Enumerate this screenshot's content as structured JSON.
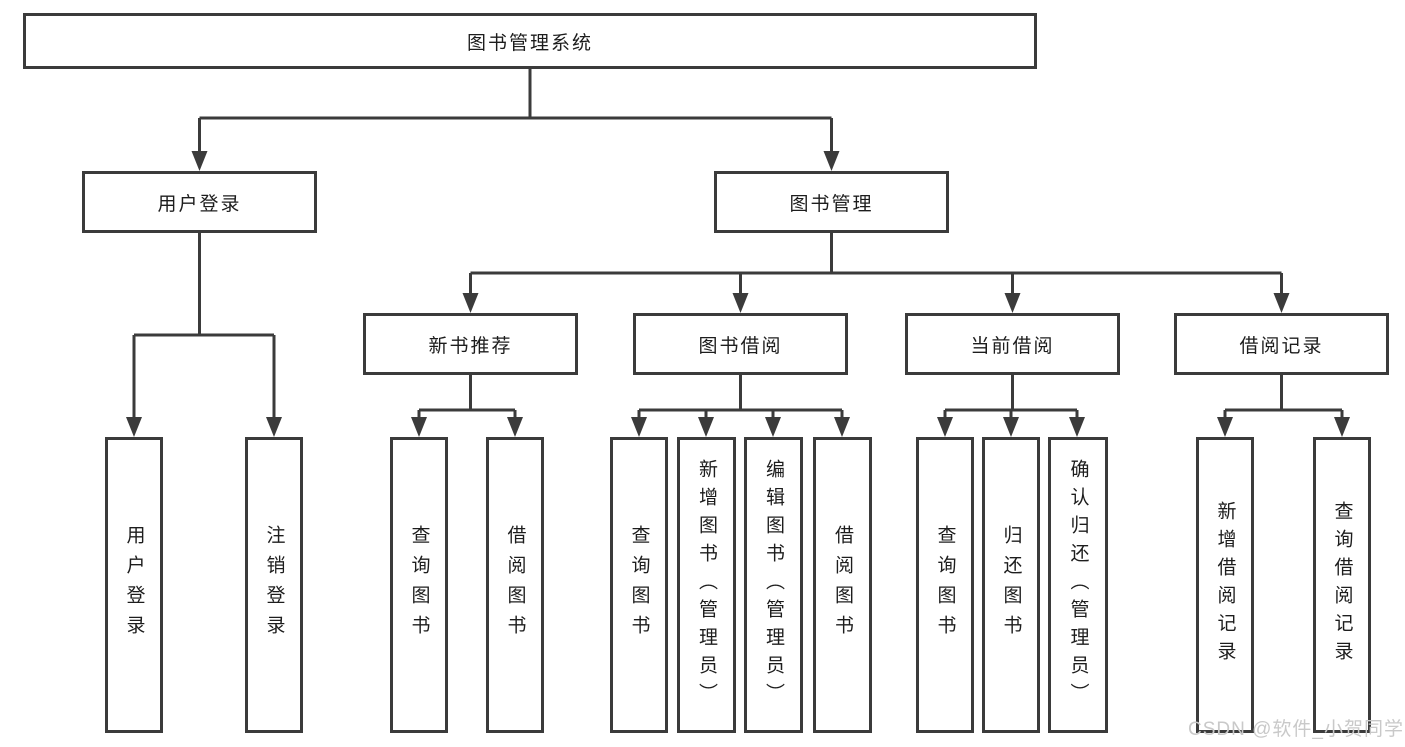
{
  "diagram_type": "hierarchy-tree",
  "tree": {
    "label": "图书管理系统",
    "children": [
      {
        "label": "用户登录",
        "children": [
          {
            "label": "用户登录"
          },
          {
            "label": "注销登录"
          }
        ]
      },
      {
        "label": "图书管理",
        "children": [
          {
            "label": "新书推荐",
            "children": [
              {
                "label": "查询图书"
              },
              {
                "label": "借阅图书"
              }
            ]
          },
          {
            "label": "图书借阅",
            "children": [
              {
                "label": "查询图书"
              },
              {
                "label": "新增图书（管理员）"
              },
              {
                "label": "编辑图书（管理员）"
              },
              {
                "label": "借阅图书"
              }
            ]
          },
          {
            "label": "当前借阅",
            "children": [
              {
                "label": "查询图书"
              },
              {
                "label": "归还图书"
              },
              {
                "label": "确认归还（管理员）"
              }
            ]
          },
          {
            "label": "借阅记录",
            "children": [
              {
                "label": "新增借阅记录"
              },
              {
                "label": "查询借阅记录"
              }
            ]
          }
        ]
      }
    ]
  },
  "watermark": {
    "text": "CSDN @软件_小贺同学"
  },
  "colors": {
    "line": "#3b3b3b",
    "box_border": "#3b3b3b",
    "box_fill": "#ffffff",
    "text": "#1d1d1d",
    "watermark": "#c9c9c9",
    "background": "#ffffff"
  }
}
